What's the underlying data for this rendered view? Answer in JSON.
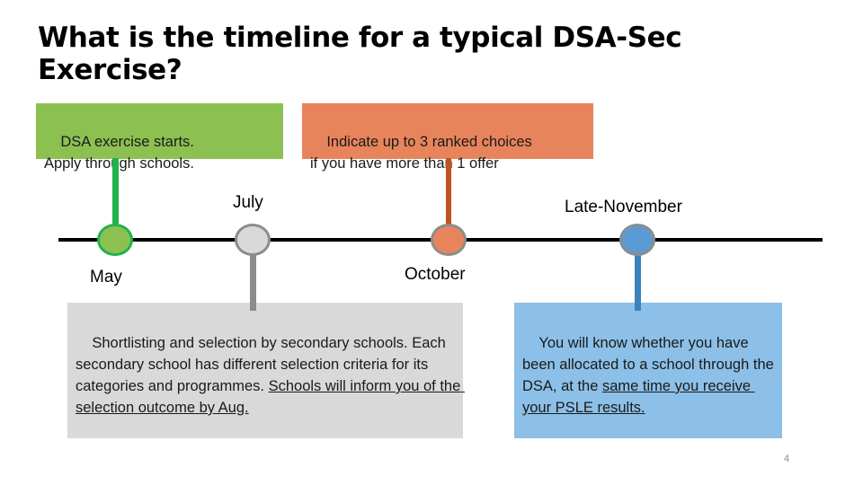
{
  "slide": {
    "title": "What is the timeline for a typical DSA-Sec Exercise?",
    "page_number": "4",
    "background_color": "#FFFFFF"
  },
  "callouts": {
    "green": {
      "text": "DSA exercise starts.\nApply through schools.",
      "color": "#8CC152"
    },
    "orange": {
      "text": "Indicate up to 3 ranked choices\nif you have more than 1 offer",
      "color": "#E8845C"
    },
    "gray": {
      "text_plain": "Shortlisting and selection by secondary schools. Each secondary school has different selection criteria for its categories and programmes. ",
      "text_underlined": "Schools will inform you of the selection outcome by Aug.",
      "color": "#D9D9D9"
    },
    "blue": {
      "text_plain": "You will know whether you have been allocated to a school through the DSA, at the ",
      "text_underlined": "same time you receive your PSLE results.",
      "color": "#8CC0E8"
    }
  },
  "timeline": {
    "axis_color": "#000000",
    "milestones": [
      {
        "label": "May",
        "node_fill": "#8CC152",
        "node_ring": "#22B14C",
        "connector_color": "#22B14C",
        "connector_direction": "up",
        "linked_callout": "green"
      },
      {
        "label": "July",
        "node_fill": "#D9D9D9",
        "node_ring": "#8C8C8C",
        "connector_color": "#8C8C8C",
        "connector_direction": "down",
        "linked_callout": "gray"
      },
      {
        "label": "October",
        "node_fill": "#E8845C",
        "node_ring": "#8C8C8C",
        "connector_color": "#C1531F",
        "connector_direction": "up",
        "linked_callout": "orange"
      },
      {
        "label": "Late-November",
        "node_fill": "#5B9BD5",
        "node_ring": "#8C8C8C",
        "connector_color": "#3A82BC",
        "connector_direction": "down",
        "linked_callout": "blue"
      }
    ]
  }
}
